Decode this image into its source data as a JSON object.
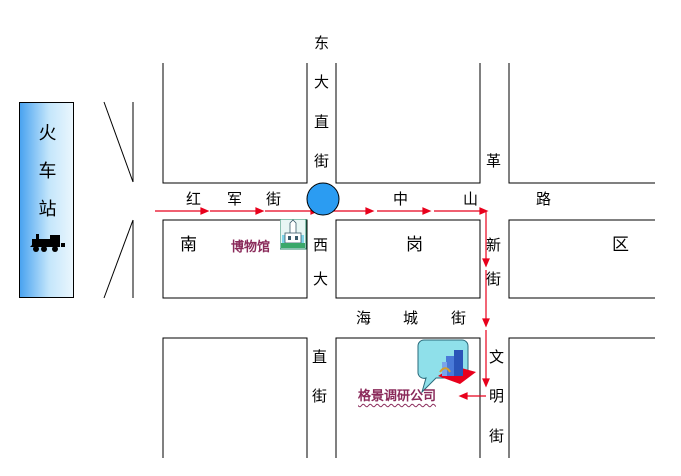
{
  "station": {
    "chars": [
      "火",
      "车",
      "站"
    ],
    "icon": "train-icon",
    "gradient": [
      "#4aa3f0",
      "#eaf6fd"
    ]
  },
  "roads": {
    "hongjun": [
      "红",
      "军",
      "街"
    ],
    "zhongshan": [
      "中",
      "山",
      "路"
    ],
    "dongdazhi": [
      "东",
      "大",
      "直",
      "街"
    ],
    "xida": [
      "西",
      "大"
    ],
    "zhi_jie": [
      "直",
      "街"
    ],
    "haicheng": [
      "海",
      "城",
      "街"
    ],
    "ge": "革",
    "xin_jie": [
      "新",
      "街"
    ],
    "wenming": [
      "文",
      "明",
      "街"
    ]
  },
  "districts": {
    "nan": "南",
    "gang": "岗",
    "qu": "区"
  },
  "poi": {
    "museum": "博物馆",
    "company": "格景调研公司"
  },
  "colors": {
    "route": "#e8001c",
    "circle_fill": "#2b9cf2",
    "poi_text": "#8a2a5a",
    "marker_fill": "#e8001c"
  }
}
